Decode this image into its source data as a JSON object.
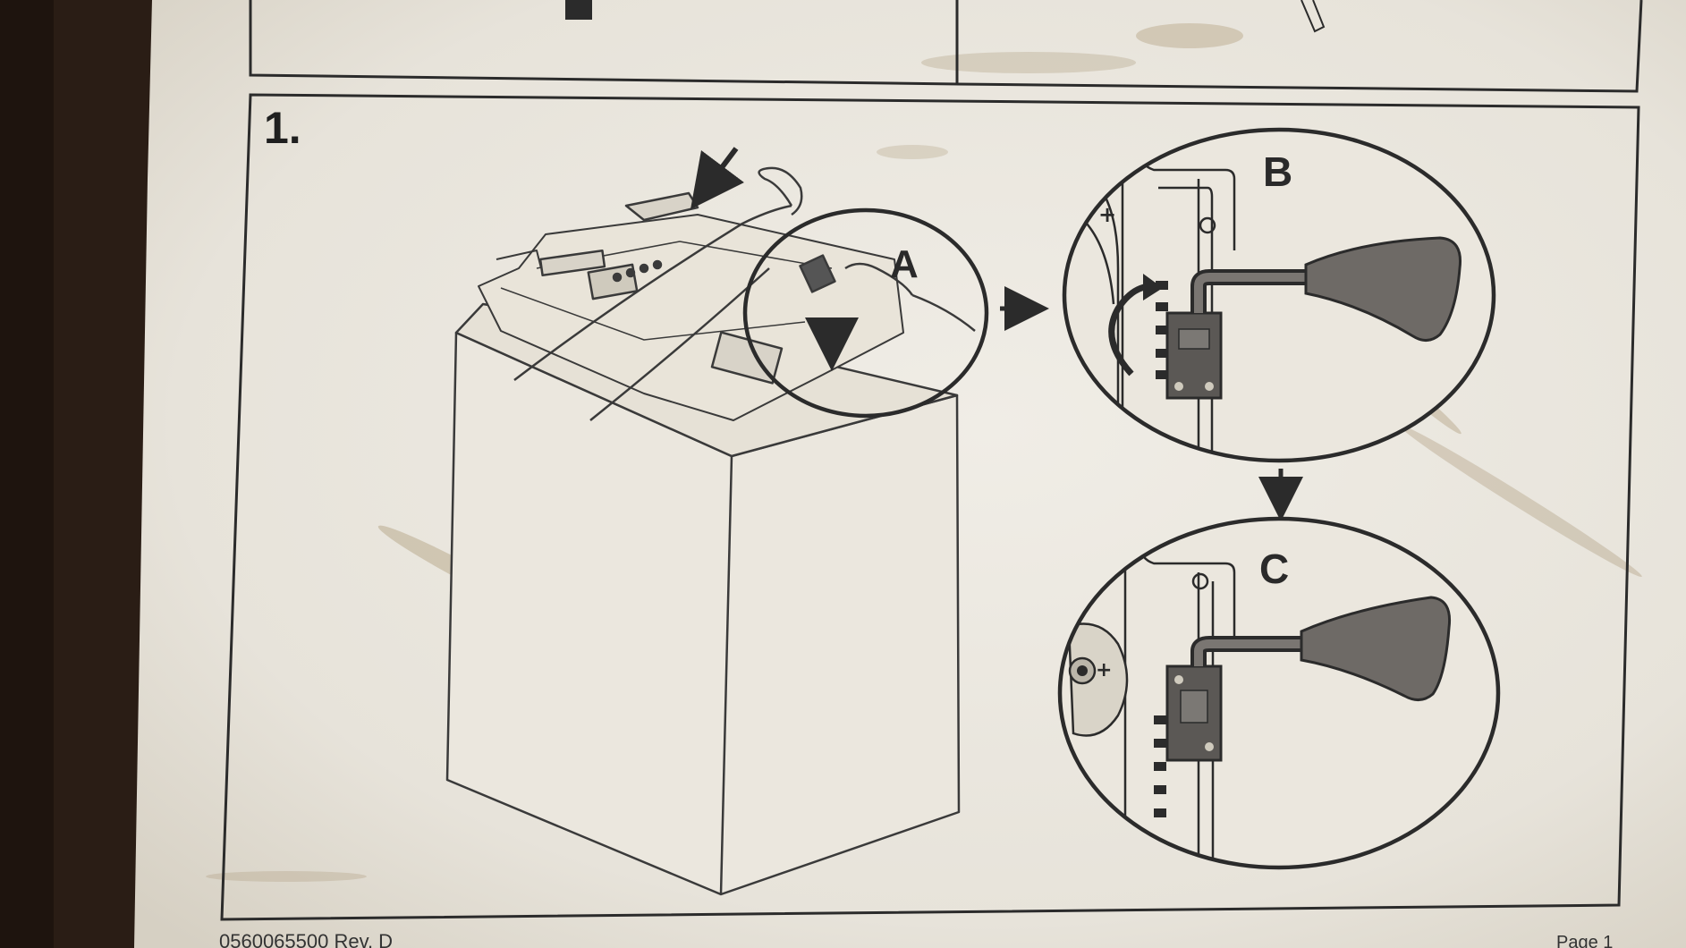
{
  "step": {
    "number": "1."
  },
  "callouts": {
    "a": "A",
    "b": "B",
    "c": "C"
  },
  "footer": {
    "doc_number": "0560065500 Rev. D",
    "page": "Page 1"
  },
  "colors": {
    "paper": "#ece8df",
    "ink": "#2b2b2b",
    "desk": "#2a1d15",
    "handle_fill": "#6e6a66"
  }
}
